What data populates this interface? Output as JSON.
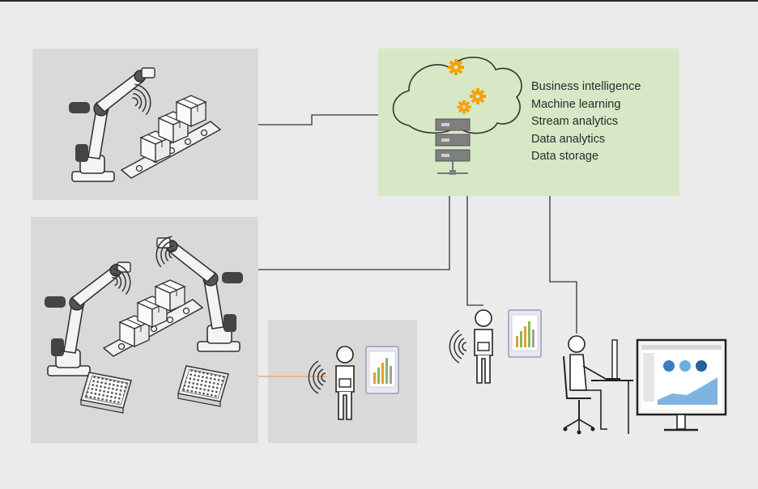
{
  "cloud": {
    "services": [
      "Business intelligence",
      "Machine learning",
      "Stream analytics",
      "Data analytics",
      "Data storage"
    ]
  },
  "colors": {
    "background": "#ebebeb",
    "panel": "#d9d9d9",
    "cloud_panel": "#d6e8c6",
    "gear": "#f5a100",
    "server": "#7f7f7f",
    "wired_link": "#333333",
    "wireless_link": "#f5a15a"
  },
  "icons": [
    "industrial-robot-icon",
    "conveyor-belt-icon",
    "box-icon",
    "wireless-signal-icon",
    "parts-tray-icon",
    "cloud-icon",
    "gear-icon",
    "server-rack-icon",
    "worker-icon",
    "tablet-icon",
    "office-worker-icon",
    "desktop-monitor-icon",
    "office-chair-icon"
  ]
}
